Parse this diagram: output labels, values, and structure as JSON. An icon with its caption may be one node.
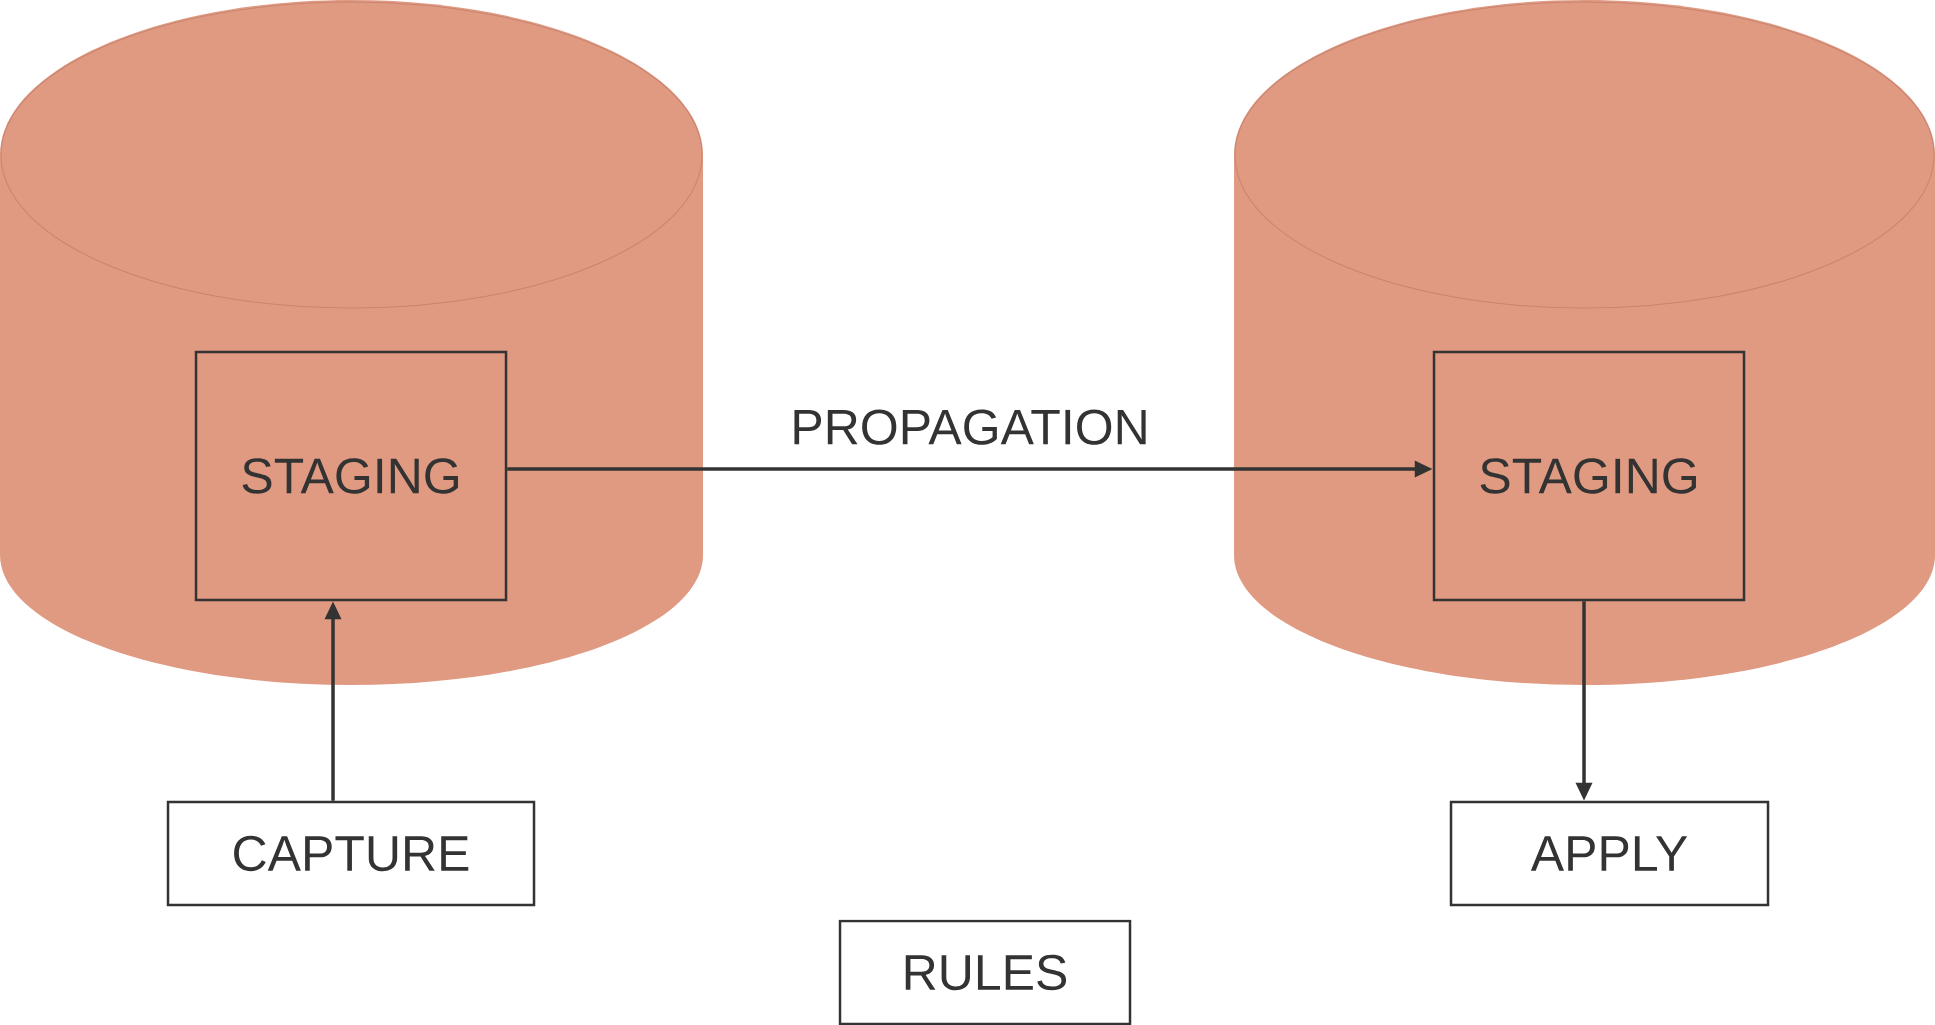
{
  "diagram": {
    "nodes": [
      {
        "text": [],
        "shape": "cylinder"
      },
      {
        "text": [
          "STAGING"
        ],
        "in": 0
      },
      {
        "text": [],
        "shape": "cylinder"
      },
      {
        "text": [
          "STAGING"
        ],
        "in": 2
      },
      {
        "text": [
          "CAPTURE"
        ]
      },
      {
        "text": [
          "APPLY"
        ]
      },
      {
        "text": [
          "RULES"
        ]
      }
    ],
    "edges": [
      {
        "from": 4,
        "to": 1,
        "arrow": "to"
      },
      {
        "from": 1,
        "to": 3,
        "arrow": "to",
        "label": "PROPAGATION"
      },
      {
        "from": 3,
        "to": 5,
        "arrow": "to"
      }
    ]
  }
}
